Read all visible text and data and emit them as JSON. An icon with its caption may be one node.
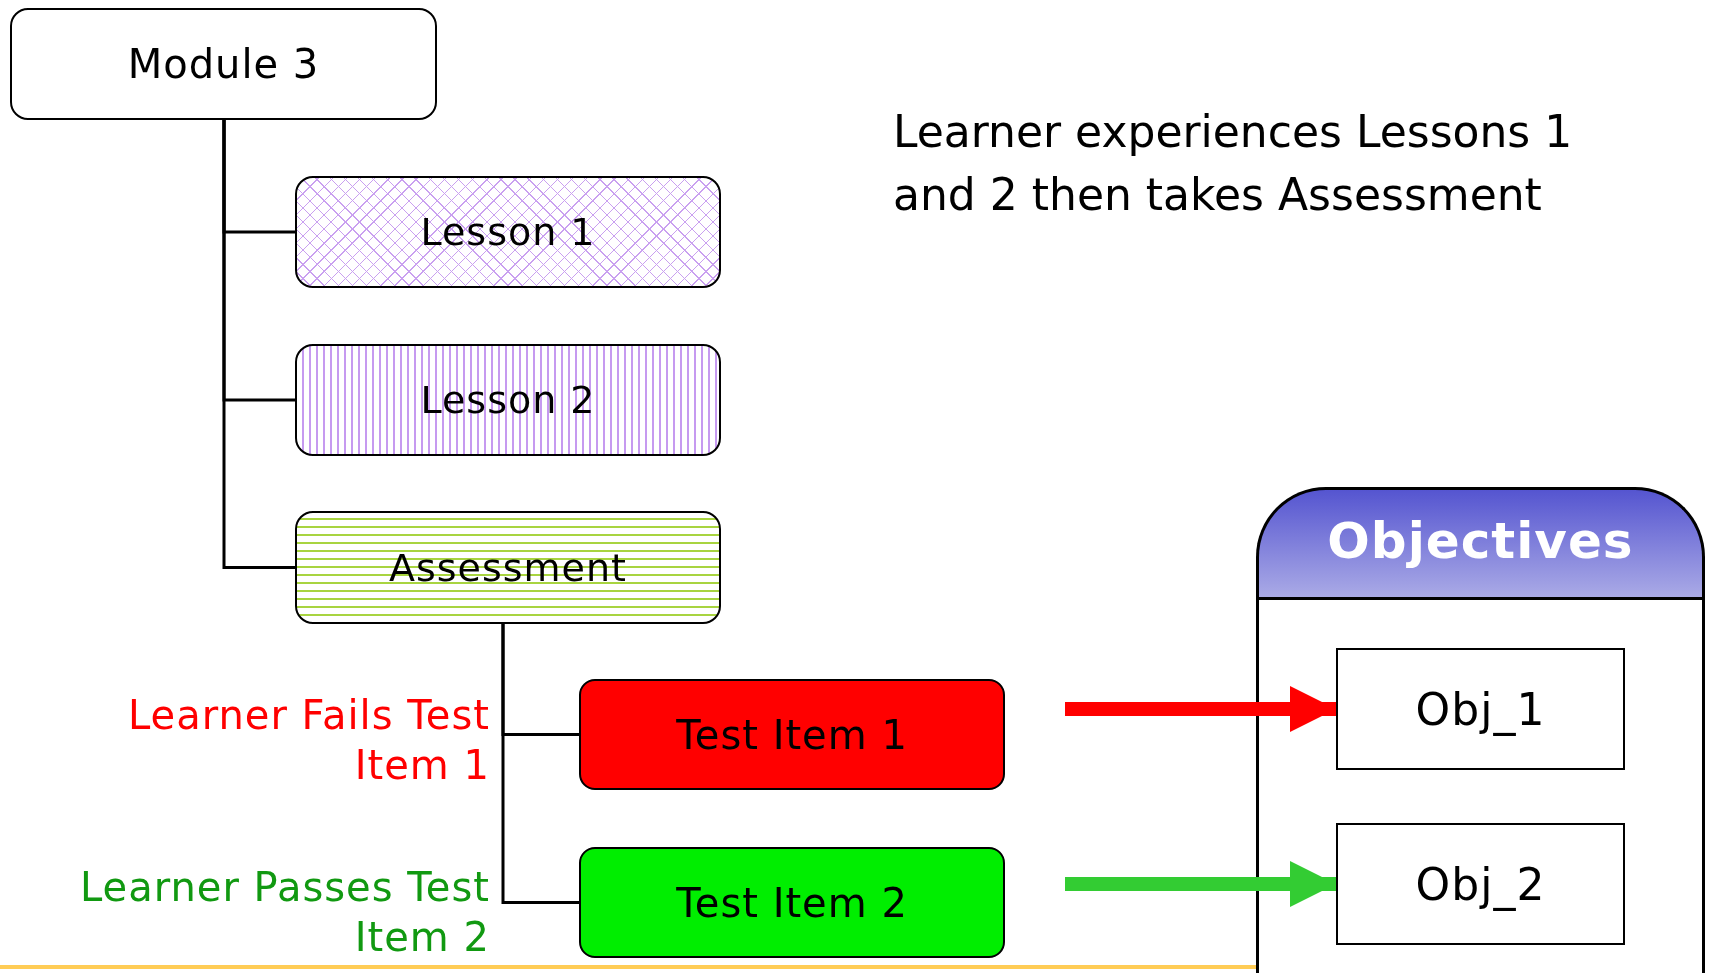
{
  "diagram": {
    "nodes": [
      {
        "text": [
          "Module 3"
        ]
      },
      {
        "text": [
          "Lesson 1"
        ]
      },
      {
        "text": [
          "Lesson 2"
        ]
      },
      {
        "text": [
          "Assessment"
        ]
      },
      {
        "text": [
          "Test Item 1"
        ]
      },
      {
        "text": [
          "Test Item 2"
        ]
      },
      {
        "text": [
          "Objectives"
        ]
      },
      {
        "text": [
          "Obj_1"
        ],
        "in": 6
      },
      {
        "text": [
          "Obj_2"
        ],
        "in": 6
      }
    ],
    "edges": [
      {
        "from": 0,
        "to": 1,
        "arrow": "none"
      },
      {
        "from": 0,
        "to": 2,
        "arrow": "none"
      },
      {
        "from": 0,
        "to": 3,
        "arrow": "none"
      },
      {
        "from": 3,
        "to": 4,
        "arrow": "none"
      },
      {
        "from": 3,
        "to": 5,
        "arrow": "none"
      },
      {
        "from": 4,
        "to": 7,
        "arrow": "to",
        "style": "thick",
        "color": "#ff0000"
      },
      {
        "from": 5,
        "to": 8,
        "arrow": "to",
        "style": "thick",
        "color": "#33cc33"
      }
    ],
    "labels": [
      "Learner experiences Lessons 1 and 2 then takes Assessment",
      "Learner Fails Test Item 1",
      "Learner Passes Test Item 2"
    ]
  }
}
